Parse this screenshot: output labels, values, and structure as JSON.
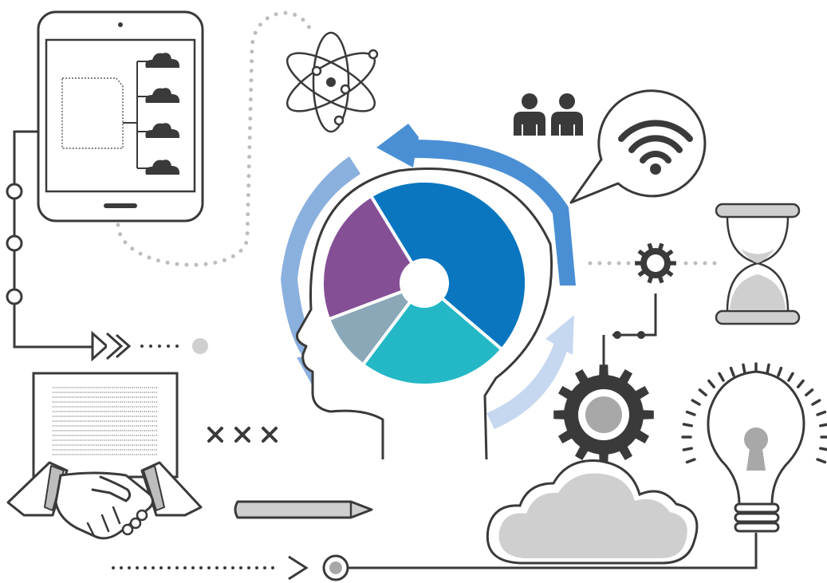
{
  "colors": {
    "line": "#3a3a3a",
    "fill_dark": "#3a3a3a",
    "gray_light": "#cfcfcf",
    "gray_mid": "#a8a8a8",
    "dot_gray": "#bdbdbd",
    "arrow_top": "#4a8fd4",
    "arrow_left": "#8ab0de",
    "arrow_bottom": "#c6d8f0",
    "pie": [
      "#0a76bf",
      "#24b8c6",
      "#8aa8b8",
      "#854f96"
    ]
  },
  "pie_segments": [
    {
      "name": "blue",
      "fraction": 0.45
    },
    {
      "name": "teal",
      "fraction": 0.24
    },
    {
      "name": "gray-blue",
      "fraction": 0.09
    },
    {
      "name": "purple",
      "fraction": 0.22
    }
  ],
  "icons": [
    "tablet-icon",
    "folder-outline-icon",
    "cloud-icon",
    "atom-icon",
    "people-icon",
    "speech-bubble-icon",
    "wifi-icon",
    "hourglass-icon",
    "gear-icon",
    "small-gear-icon",
    "head-icon",
    "pie-chart-icon",
    "cycle-arrows-icon",
    "document-icon",
    "handshake-icon",
    "pencil-icon",
    "lightbulb-icon",
    "keyhole-icon",
    "fast-forward-icon",
    "close-icon"
  ]
}
